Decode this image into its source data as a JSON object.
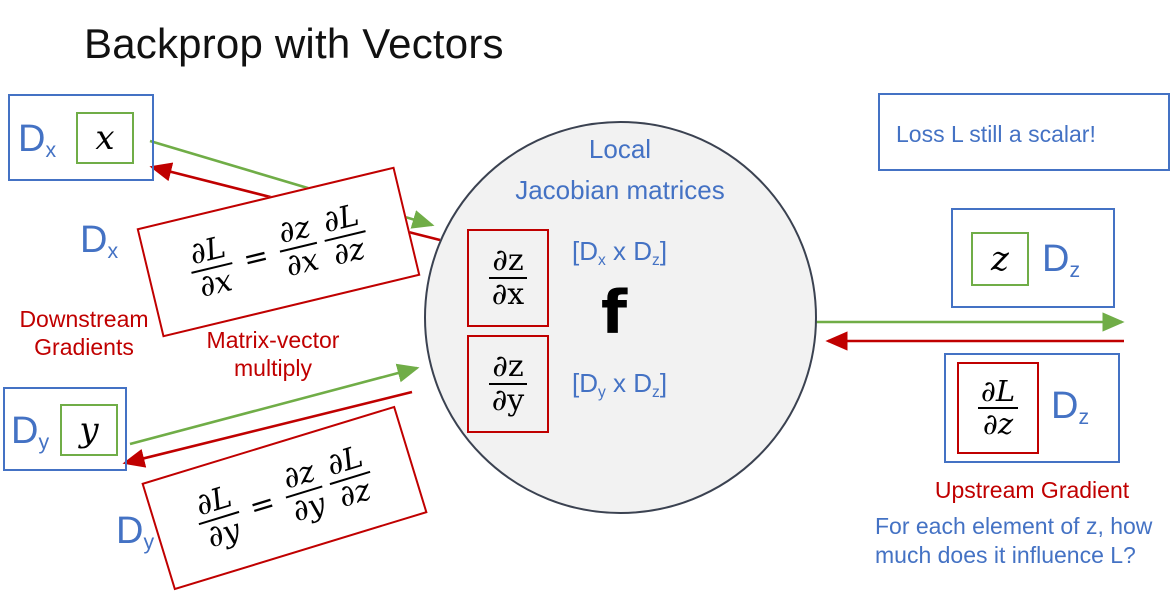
{
  "slide": {
    "title": "Backprop with Vectors",
    "background_color": "#ffffff"
  },
  "colors": {
    "blue": "#4472C4",
    "green": "#70AD47",
    "red": "#C00000",
    "circle_fill": "#F2F2F2",
    "circle_stroke": "#3B4251",
    "black": "#000000"
  },
  "nodes": {
    "input_x": {
      "dim_label": "D",
      "dim_sub": "x",
      "variable": "x"
    },
    "input_y": {
      "dim_label": "D",
      "dim_sub": "y",
      "variable": "y"
    },
    "output_z": {
      "variable": "z",
      "dim_label": "D",
      "dim_sub": "z"
    },
    "upstream_grad_box": {
      "num": "∂L",
      "den": "∂z",
      "dim_label": "D",
      "dim_sub": "z"
    }
  },
  "circle": {
    "line1": "Local",
    "line2": "Jacobian matrices",
    "function_letter": "f",
    "jacobian_x": {
      "num": "∂z",
      "den": "∂x"
    },
    "jacobian_y": {
      "num": "∂z",
      "den": "∂y"
    },
    "shape_x_prefix": "[D",
    "shape_x_sub1": "x",
    "shape_x_mid": " x D",
    "shape_x_sub2": "z",
    "shape_x_suffix": "]",
    "shape_y_prefix": "[D",
    "shape_y_sub1": "y",
    "shape_y_mid": " x D",
    "shape_y_sub2": "z",
    "shape_y_suffix": "]"
  },
  "annotations": {
    "downstream_gradients_line1": "Downstream",
    "downstream_gradients_line2": "Gradients",
    "matrix_vector_line1": "Matrix-vector",
    "matrix_vector_line2": "multiply",
    "upstream_gradient": "Upstream Gradient",
    "loss_scalar": "Loss L still a scalar!",
    "influence_line1": "For each element of z, how",
    "influence_line2": "much does it influence L?",
    "dx_caption": {
      "label": "D",
      "sub": "x"
    },
    "dy_caption": {
      "label": "D",
      "sub": "y"
    }
  },
  "formulas": {
    "chain_x": {
      "lhs_num": "∂L",
      "lhs_den": "∂x",
      "equals": "=",
      "t1_num": "∂z",
      "t1_den": "∂x",
      "t2_num": "∂L",
      "t2_den": "∂z"
    },
    "chain_y": {
      "lhs_num": "∂L",
      "lhs_den": "∂y",
      "equals": "=",
      "t1_num": "∂z",
      "t1_den": "∂y",
      "t2_num": "∂L",
      "t2_den": "∂z"
    }
  }
}
